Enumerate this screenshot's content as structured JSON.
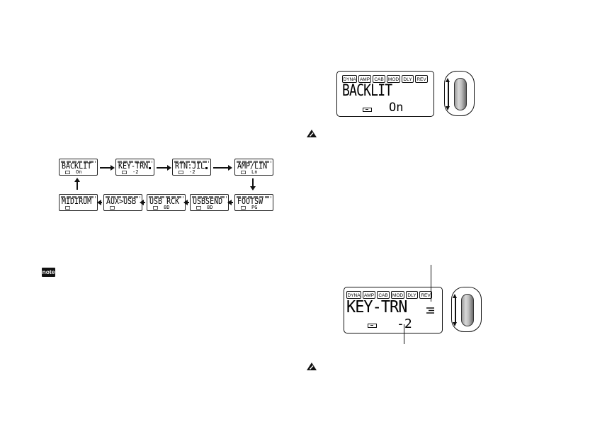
{
  "flow_diagram": {
    "screens": [
      {
        "text": "BACKLIT",
        "value": "On"
      },
      {
        "text": "KEY-TRN",
        "value": "-2"
      },
      {
        "text": "RTN:JIL",
        "value": "-2"
      },
      {
        "text": "AMP/LIN",
        "value": "Ln"
      },
      {
        "text": "FOOTSW",
        "value": "PG"
      },
      {
        "text": "USBSEND",
        "value": "8D"
      },
      {
        "text": "USB RCK",
        "value": "8D"
      },
      {
        "text": "AUX>USB",
        "value": ""
      },
      {
        "text": "MIDIRUM",
        "value": ""
      }
    ]
  },
  "note_label": "note",
  "lcd_backlit": {
    "tabs": [
      "DYNA",
      "AMP",
      "CAB",
      "MOD",
      "DLY",
      "REV"
    ],
    "param": "BACKLIT",
    "value": "On"
  },
  "lcd_keytrn": {
    "tabs": [
      "DYNA",
      "AMP",
      "CAB",
      "MOD",
      "DLY",
      "REV"
    ],
    "param": "KEY-TRN",
    "value": "-2"
  },
  "icons": {
    "warning": "warning-icon",
    "note": "note-icon",
    "bypass": "bypass-icon",
    "value_knob": "value-knob-icon"
  }
}
